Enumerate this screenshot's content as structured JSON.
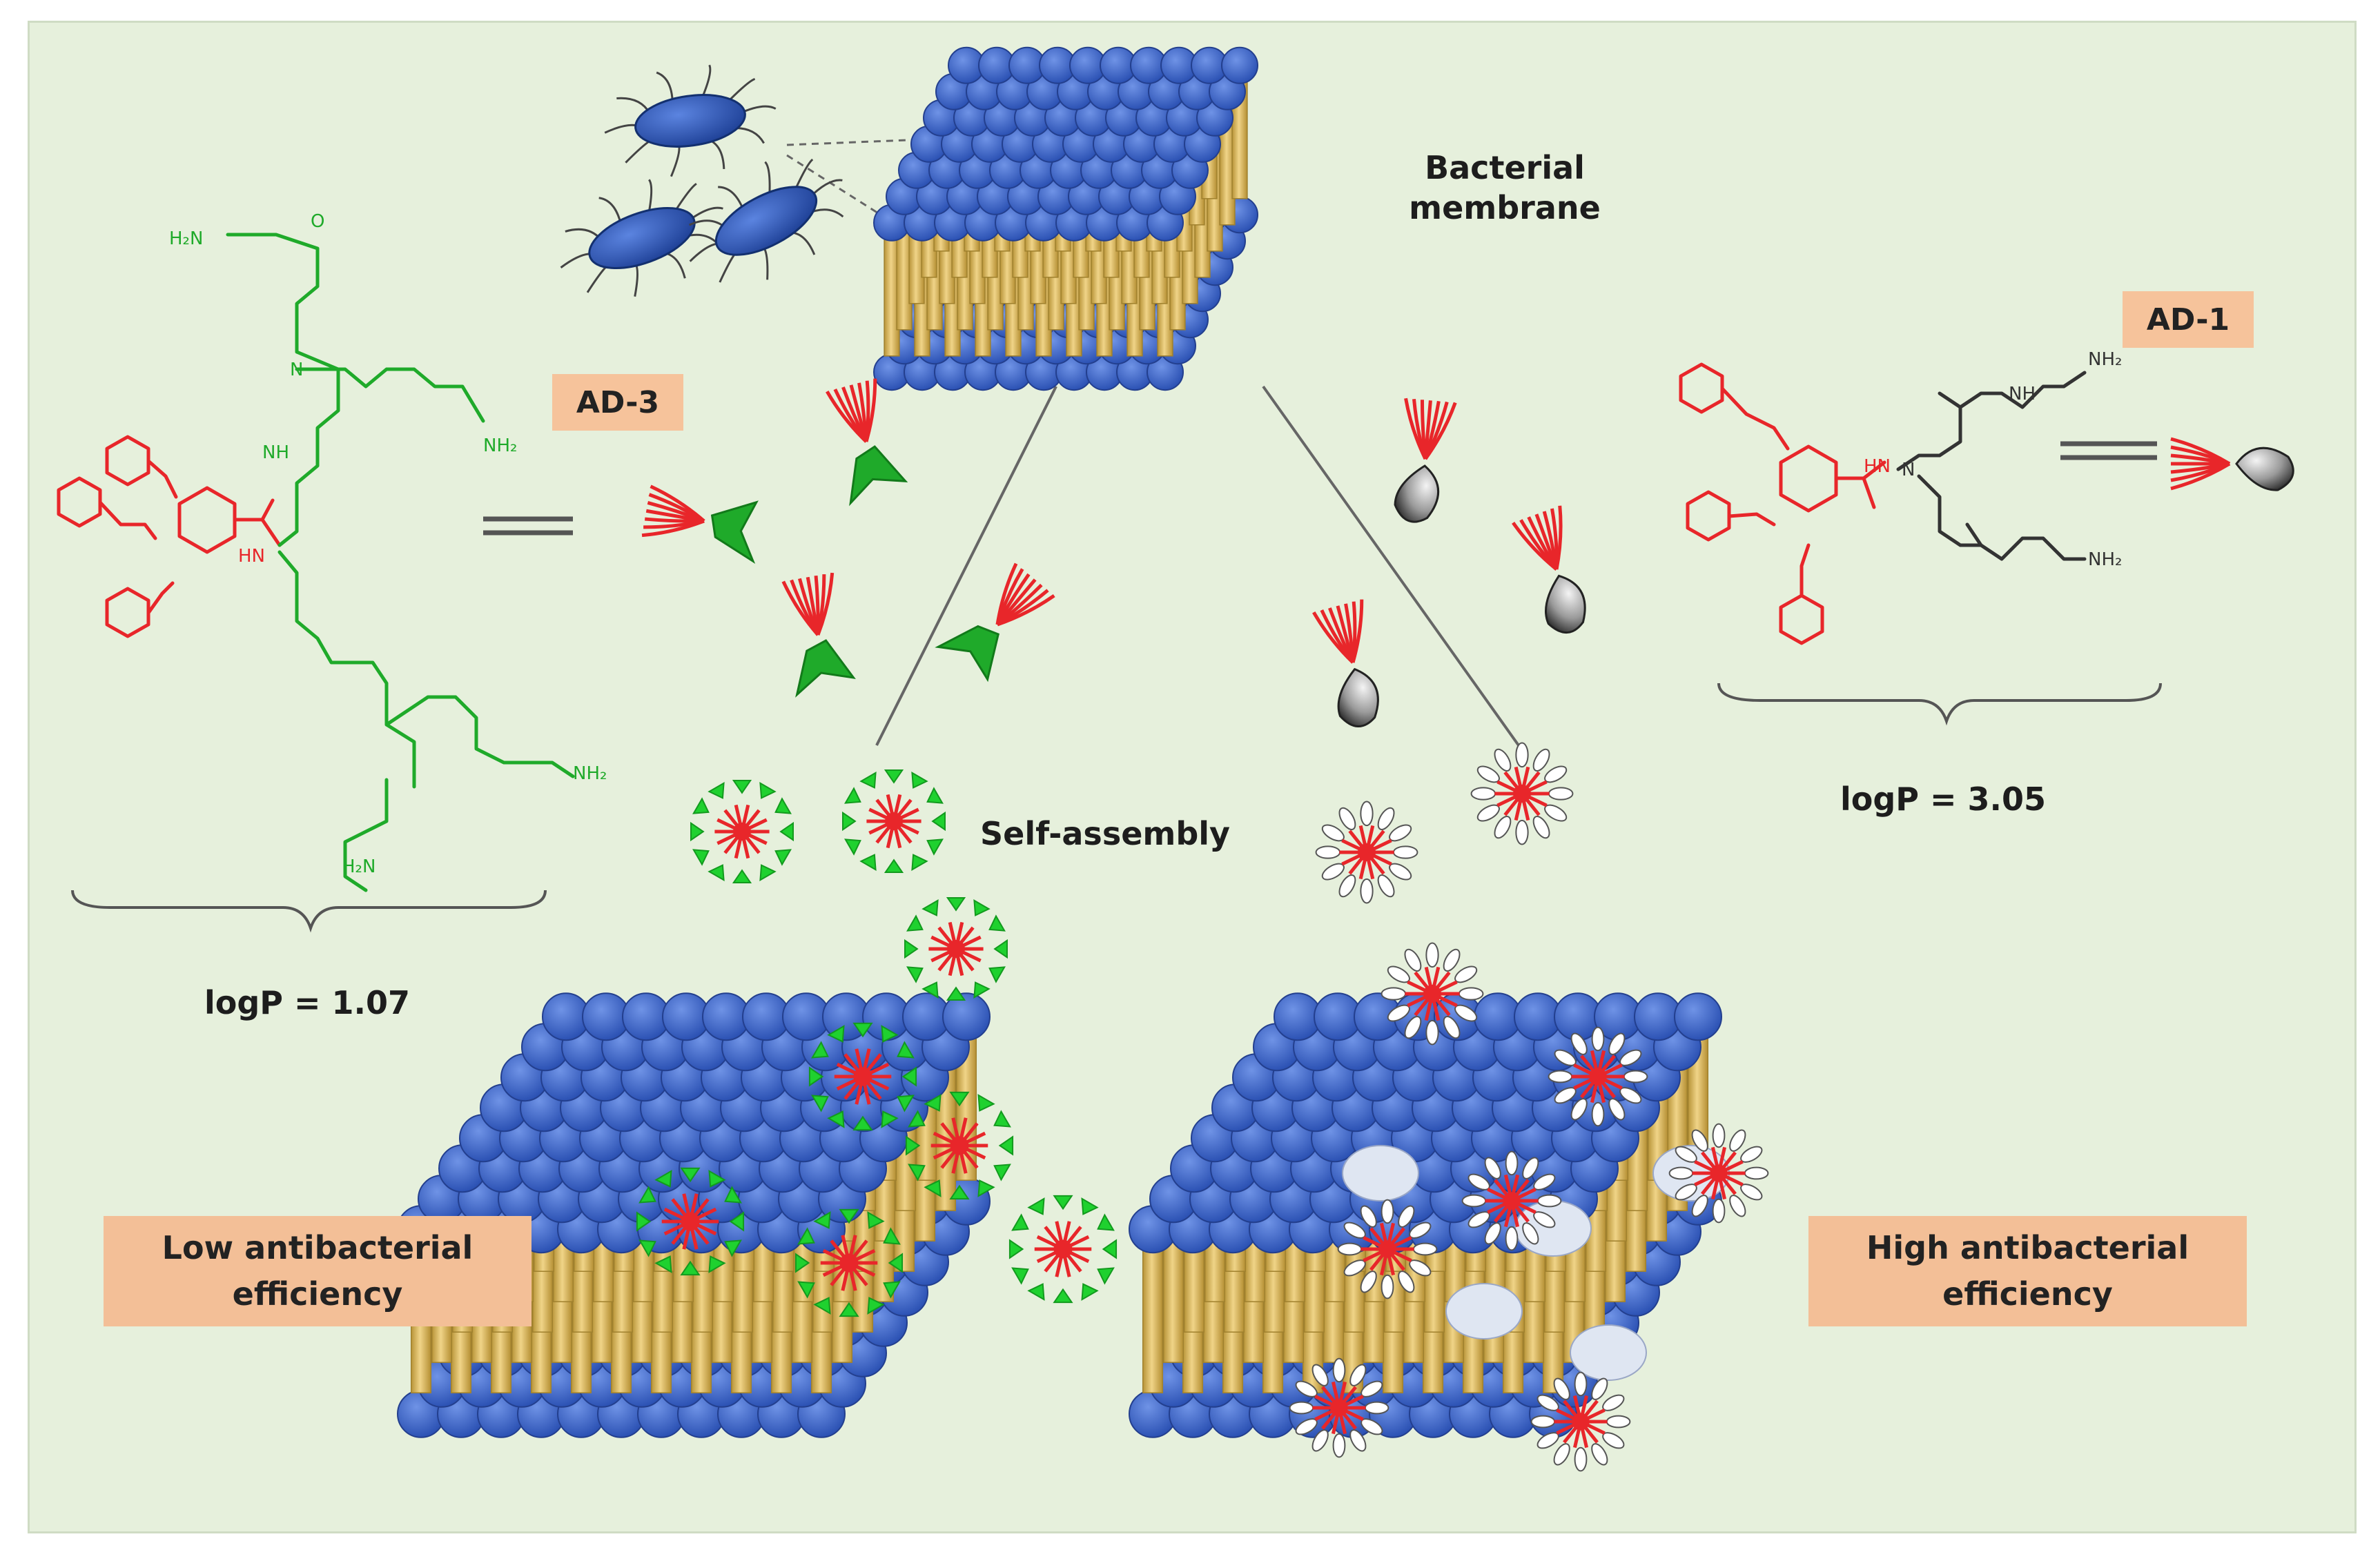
{
  "labels": {
    "bacterial_membrane_line1": "Bacterial",
    "bacterial_membrane_line2": "membrane",
    "self_assembly": "Self-assembly",
    "ad3_tag": "AD-3",
    "ad1_tag": "AD-1",
    "logp_ad3": "logP = 1.07",
    "logp_ad1": "logP = 3.05",
    "low_efficiency_line1": "Low antibacterial",
    "low_efficiency_line2": "efficiency",
    "high_efficiency_line1": "High antibacterial",
    "high_efficiency_line2": "efficiency"
  },
  "chemistry": {
    "ad3_amines": [
      "H₂N",
      "NH₂",
      "NH₂",
      "H₂N"
    ],
    "ad1_amines": [
      "NH₂",
      "NH₂"
    ],
    "atom_o": "O",
    "atom_n": "N",
    "atom_nh": "NH",
    "atom_hn": "HN",
    "equals": "="
  },
  "colors": {
    "panel_bg": "#e6f0dc",
    "lipid_head": "#3b64c8",
    "lipid_tail": "#d9b561",
    "hydrophobic_red": "#e8262a",
    "ad3_green": "#1faa2a",
    "ad1_gray": "#7d7d7d",
    "label_box": "#f3bf97"
  }
}
